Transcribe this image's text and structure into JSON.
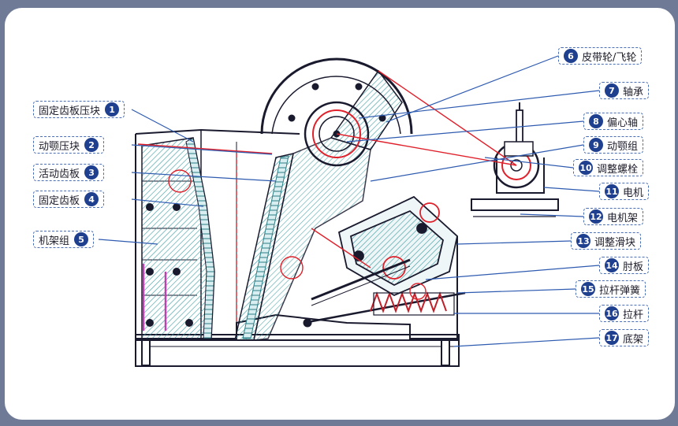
{
  "colors": {
    "frame": "#6f7a96",
    "badge": "#1f3f8f",
    "label_border": "#4a6fb5",
    "leader": "#2e5bb0",
    "drawing_line": "#1a1a2e",
    "red_line": "#e0202a",
    "hatch": "#3a9aa0",
    "magenta": "#c040b0"
  },
  "parts": [
    {
      "num": "1",
      "text": "固定齿板压块",
      "side": "left"
    },
    {
      "num": "2",
      "text": "动颚压块",
      "side": "left"
    },
    {
      "num": "3",
      "text": "活动齿板",
      "side": "left"
    },
    {
      "num": "4",
      "text": "固定齿板",
      "side": "left"
    },
    {
      "num": "5",
      "text": "机架组",
      "side": "left"
    },
    {
      "num": "6",
      "text": "皮带轮/飞轮",
      "side": "right"
    },
    {
      "num": "7",
      "text": "轴承",
      "side": "right"
    },
    {
      "num": "8",
      "text": "偏心轴",
      "side": "right"
    },
    {
      "num": "9",
      "text": "动颚组",
      "side": "right"
    },
    {
      "num": "10",
      "text": "调整螺栓",
      "side": "right"
    },
    {
      "num": "11",
      "text": "电机",
      "side": "right"
    },
    {
      "num": "12",
      "text": "电机架",
      "side": "right"
    },
    {
      "num": "13",
      "text": "调整滑块",
      "side": "right"
    },
    {
      "num": "14",
      "text": "肘板",
      "side": "right"
    },
    {
      "num": "15",
      "text": "拉杆弹簧",
      "side": "right"
    },
    {
      "num": "16",
      "text": "拉杆",
      "side": "right"
    },
    {
      "num": "17",
      "text": "底架",
      "side": "right"
    }
  ]
}
